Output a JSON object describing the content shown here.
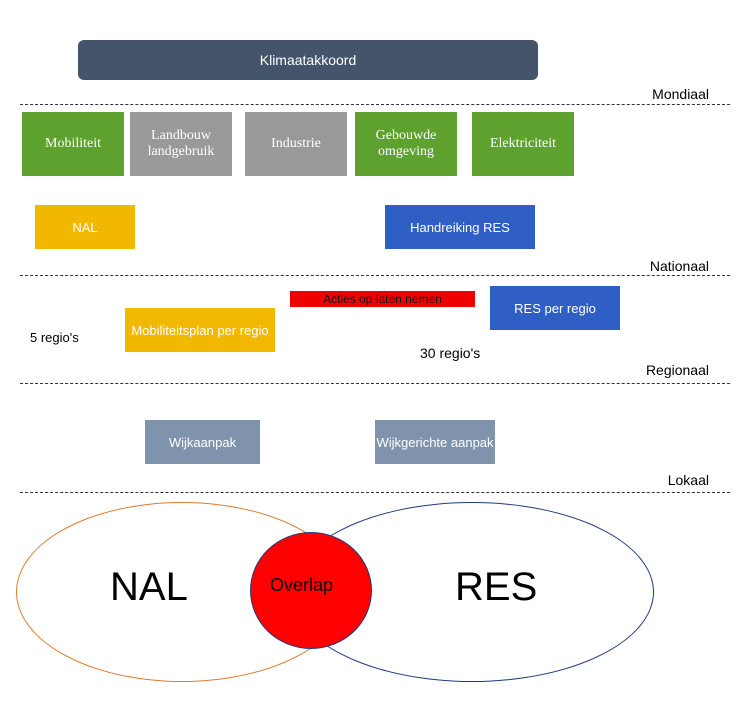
{
  "header": {
    "title": "Klimaatakkoord"
  },
  "levels": [
    "Mondiaal",
    "Nationaal",
    "Regionaal",
    "Lokaal"
  ],
  "sectors": [
    "Mobiliteit",
    "Landbouw landgebruik",
    "Industrie",
    "Gebouwde omgeving",
    "Elektriciteit"
  ],
  "documents": {
    "nal": "NAL",
    "handreiking": "Handreiking RES",
    "mobiliteitsplan": "Mobiliteitsplan per regio",
    "res_per_regio": "RES per regio",
    "wijkaanpak": "Wijkaanpak",
    "wijkgerichte": "Wijkgerichte aanpak"
  },
  "arrow_label": "Acties op laten nemen",
  "region_labels": [
    "5 regio's",
    "30 regio's"
  ],
  "venn": {
    "left": "NAL",
    "overlap": "Overlap",
    "right": "RES"
  }
}
